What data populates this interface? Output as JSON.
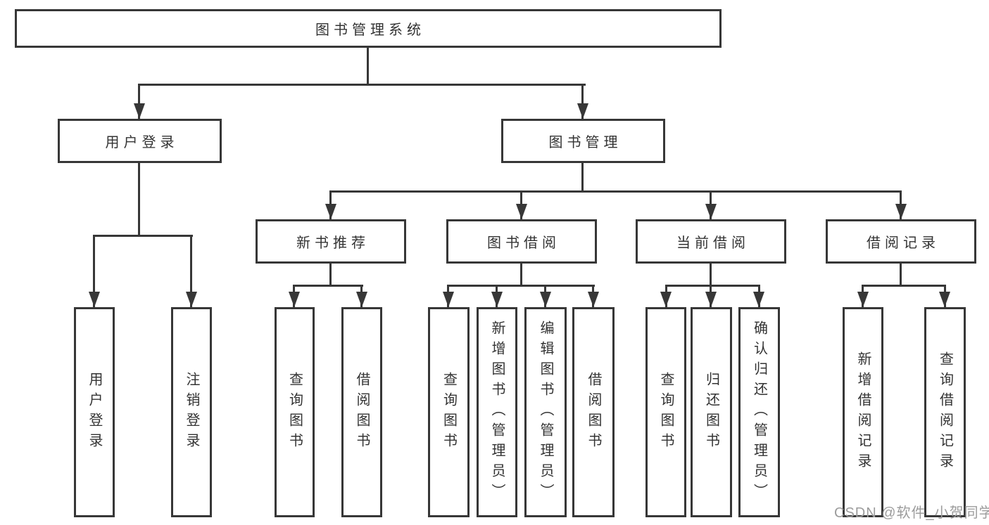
{
  "diagram": {
    "title": "图书管理系统",
    "level2": [
      {
        "label": "用户登录"
      },
      {
        "label": "图书管理"
      }
    ],
    "level3": [
      {
        "label": "新书推荐"
      },
      {
        "label": "图书借阅"
      },
      {
        "label": "当前借阅"
      },
      {
        "label": "借阅记录"
      }
    ],
    "leaves": [
      {
        "label": "用户登录"
      },
      {
        "label": "注销登录"
      },
      {
        "label": "查询图书"
      },
      {
        "label": "借阅图书"
      },
      {
        "label": "查询图书"
      },
      {
        "label": "新增图书（管理员）"
      },
      {
        "label": "编辑图书（管理员）"
      },
      {
        "label": "借阅图书"
      },
      {
        "label": "查询图书"
      },
      {
        "label": "归还图书"
      },
      {
        "label": "确认归还（管理员）"
      },
      {
        "label": "新增借阅记录"
      },
      {
        "label": "查询借阅记录"
      }
    ],
    "watermark": "CSDN @软件_小贺同学",
    "colors": {
      "line": "#373737",
      "text": "#333333",
      "watermark": "#9c9c9c",
      "background": "#ffffff"
    }
  }
}
